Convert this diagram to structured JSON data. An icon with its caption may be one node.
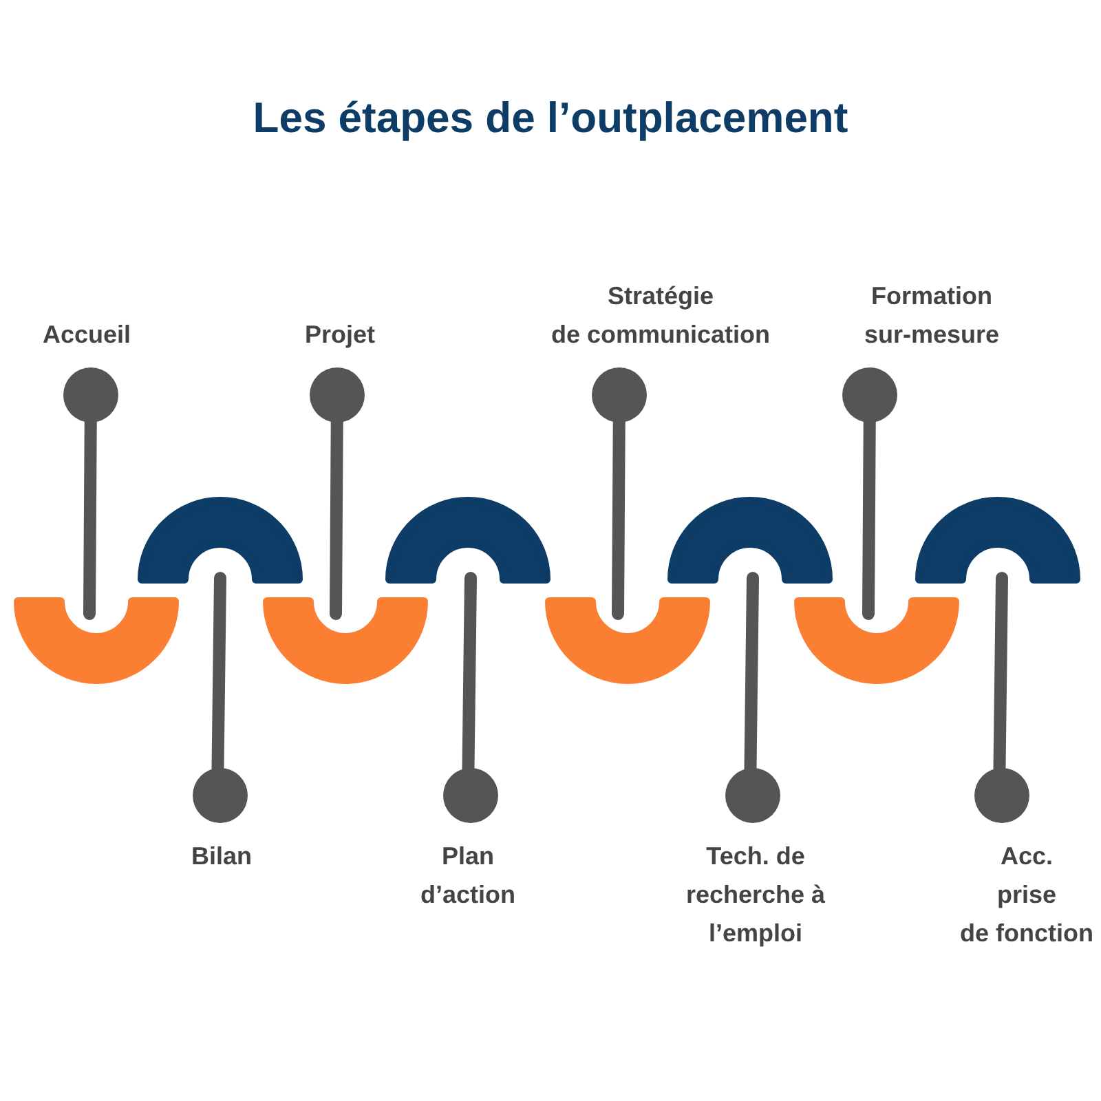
{
  "diagram": {
    "title": "Les étapes de l’outplacement",
    "labels": [
      "Accueil",
      "Bilan",
      "Projet",
      "Plan d’action",
      "Stratégie de communication",
      "Tech. de recherche à l’emploi",
      "Formation sur-mesure",
      "Acc. prise de fonction"
    ]
  }
}
